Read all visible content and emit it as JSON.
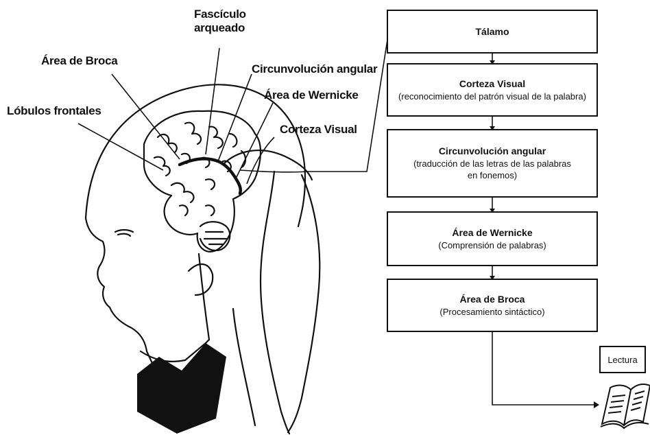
{
  "labels": {
    "fasciculo": "Fascículo",
    "arqueado": "arqueado",
    "broca": "Área de Broca",
    "circunvolucion": "Circunvolución angular",
    "wernicke": "Área de Wernicke",
    "lobulos": "Lóbulos frontales",
    "corteza": "Corteza Visual"
  },
  "flow": [
    {
      "title": "Tálamo",
      "lines": []
    },
    {
      "title": "Corteza Visual",
      "lines": [
        "(reconocimiento del patrón visual de la palabra)"
      ]
    },
    {
      "title": "Circunvolución angular",
      "lines": [
        "(traducción de las letras de las palabras",
        "en fonemos)"
      ]
    },
    {
      "title": "Área de Wernicke",
      "lines": [
        "(Comprensión de palabras)"
      ]
    },
    {
      "title": "Área de Broca",
      "lines": [
        "(Procesamiento sintáctico)"
      ]
    }
  ],
  "end_label": "Lectura",
  "icons": {
    "book": "open-book-icon"
  }
}
